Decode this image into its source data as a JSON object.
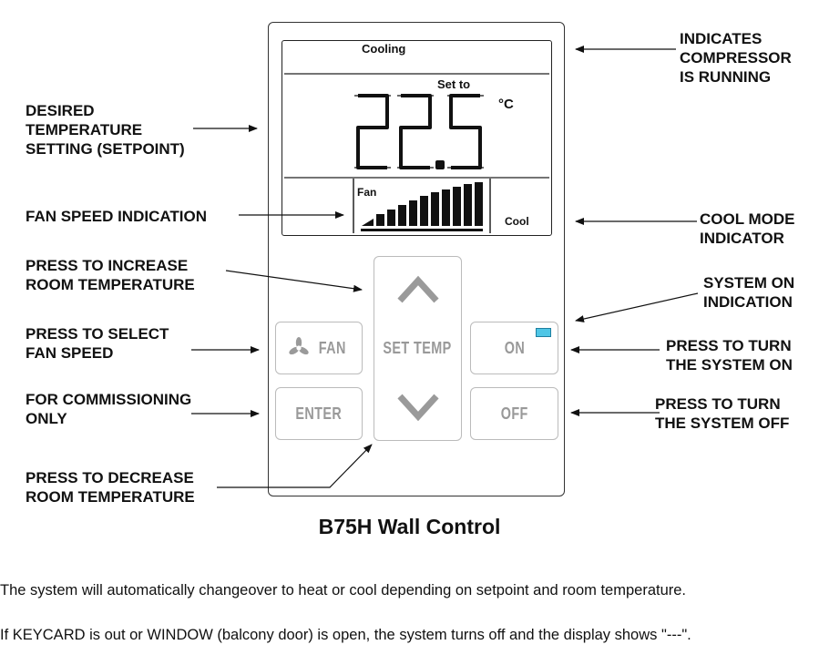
{
  "display": {
    "mode_status": "Cooling",
    "setpoint_label": "Set to",
    "setpoint_value": "22.5",
    "unit": "°C",
    "fan_label": "Fan",
    "mode_label": "Cool"
  },
  "buttons": {
    "fan": "FAN",
    "set_temp": "SET TEMP",
    "on": "ON",
    "enter": "ENTER",
    "off": "OFF"
  },
  "callouts": {
    "desired_temp": "DESIRED\nTEMPERATURE\nSETTING (SETPOINT)",
    "fan_speed_indication": "FAN SPEED INDICATION",
    "increase": "PRESS TO INCREASE\nROOM TEMPERATURE",
    "select_fan": "PRESS TO SELECT\nFAN SPEED",
    "commissioning": "FOR COMMISSIONING\nONLY",
    "decrease": "PRESS TO DECREASE\nROOM TEMPERATURE",
    "compressor": "INDICATES\nCOMPRESSOR\nIS RUNNING",
    "cool_mode": "COOL MODE\nINDICATOR",
    "system_on_indication": "SYSTEM ON\nINDICATION",
    "turn_on": "PRESS TO TURN\nTHE SYSTEM ON",
    "turn_off": "PRESS TO TURN\nTHE SYSTEM OFF"
  },
  "caption": "B75H Wall Control",
  "notes": [
    "The system will automatically changeover to heat or cool depending on setpoint and room temperature.",
    "If KEYCARD is out or WINDOW (balcony door) is open, the system turns off and the display shows \"---\"."
  ],
  "colors": {
    "on_led": "#4fc6e6"
  },
  "icons": [
    "fan-icon",
    "up-arrow-icon",
    "down-arrow-icon"
  ]
}
